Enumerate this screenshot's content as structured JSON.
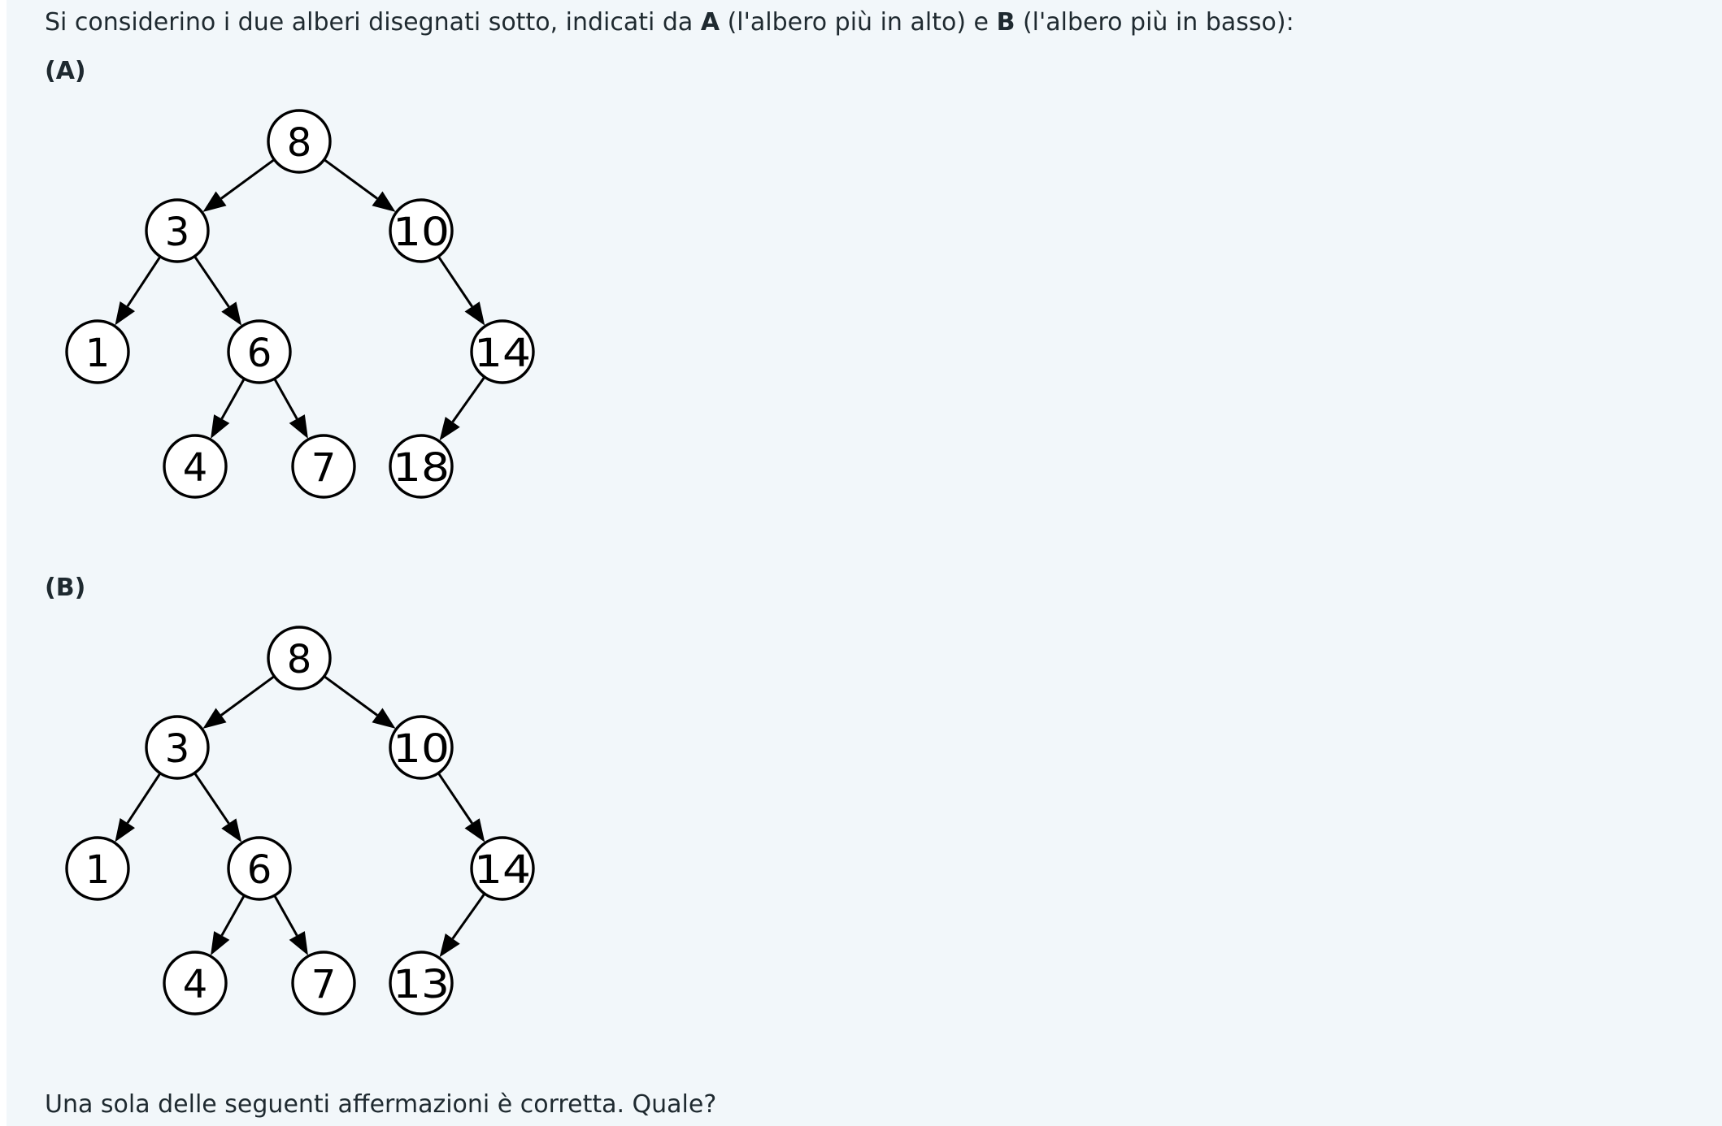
{
  "intro": {
    "before_a": "Si considerino i due alberi disegnati sotto, indicati da ",
    "bold_a": "A",
    "middle": " (l'albero più in alto) e ",
    "bold_b": "B",
    "after_b": " (l'albero più in basso):"
  },
  "trees": [
    {
      "label": "(A)",
      "nodes": [
        {
          "id": "n8",
          "value": "8"
        },
        {
          "id": "n3",
          "value": "3"
        },
        {
          "id": "n10",
          "value": "10"
        },
        {
          "id": "n1",
          "value": "1"
        },
        {
          "id": "n6",
          "value": "6"
        },
        {
          "id": "n14",
          "value": "14"
        },
        {
          "id": "n4",
          "value": "4"
        },
        {
          "id": "n7",
          "value": "7"
        },
        {
          "id": "n18",
          "value": "18"
        }
      ],
      "edges": [
        [
          "n8",
          "n3"
        ],
        [
          "n8",
          "n10"
        ],
        [
          "n3",
          "n1"
        ],
        [
          "n3",
          "n6"
        ],
        [
          "n10",
          "n14"
        ],
        [
          "n6",
          "n4"
        ],
        [
          "n6",
          "n7"
        ],
        [
          "n14",
          "n18"
        ]
      ]
    },
    {
      "label": "(B)",
      "nodes": [
        {
          "id": "n8",
          "value": "8"
        },
        {
          "id": "n3",
          "value": "3"
        },
        {
          "id": "n10",
          "value": "10"
        },
        {
          "id": "n1",
          "value": "1"
        },
        {
          "id": "n6",
          "value": "6"
        },
        {
          "id": "n14",
          "value": "14"
        },
        {
          "id": "n4",
          "value": "4"
        },
        {
          "id": "n7",
          "value": "7"
        },
        {
          "id": "n13",
          "value": "13"
        }
      ],
      "edges": [
        [
          "n8",
          "n3"
        ],
        [
          "n8",
          "n10"
        ],
        [
          "n3",
          "n1"
        ],
        [
          "n3",
          "n6"
        ],
        [
          "n10",
          "n14"
        ],
        [
          "n6",
          "n4"
        ],
        [
          "n6",
          "n7"
        ],
        [
          "n14",
          "n13"
        ]
      ]
    }
  ],
  "question": "Una sola delle seguenti affermazioni è corretta. Quale?"
}
